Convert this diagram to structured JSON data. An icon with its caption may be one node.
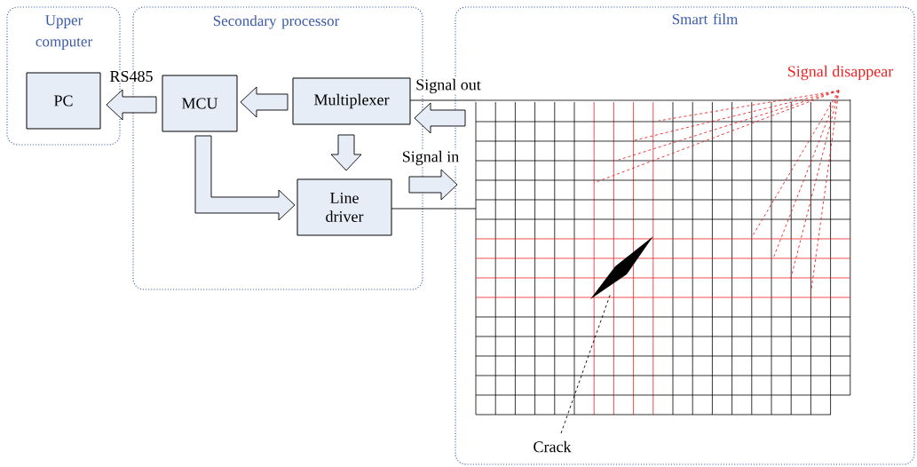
{
  "diagram": {
    "nodes": [
      {
        "text": [
          "Upper computer"
        ]
      },
      {
        "text": [
          "PC"
        ],
        "in": 0
      },
      {
        "text": [
          "Secondary processor"
        ]
      },
      {
        "text": [
          "MCU"
        ],
        "in": 2
      },
      {
        "text": [
          "Multiplexer"
        ],
        "in": 2
      },
      {
        "text": [
          "Line driver"
        ],
        "in": 2
      },
      {
        "text": [
          "Smart film"
        ]
      },
      {
        "text": [],
        "shape": "picture",
        "in": 6
      },
      {
        "text": [],
        "shape": "picture",
        "in": 7
      },
      {
        "text": [
          "Crack"
        ],
        "in": 6
      },
      {
        "text": [
          "Signal disappear"
        ],
        "in": 6
      }
    ],
    "edges": [
      {
        "from": 3,
        "to": 1,
        "arrow": "to",
        "label": "RS485"
      },
      {
        "from": 4,
        "to": 3,
        "arrow": "to"
      },
      {
        "from": 4,
        "to": 5,
        "arrow": "to"
      },
      {
        "from": 3,
        "to": 5,
        "arrow": "to"
      },
      {
        "from": 7,
        "to": 4,
        "arrow": "to"
      },
      {
        "from": 5,
        "to": 7,
        "arrow": "to",
        "label": "Signal in"
      },
      {
        "from": 4,
        "to": 7,
        "arrow": "none",
        "label": "Signal out",
        "color": "#000000"
      },
      {
        "from": 5,
        "to": 7,
        "arrow": "none",
        "color": "#000000"
      },
      {
        "from": 9,
        "to": 8,
        "arrow": "none",
        "style": "dashed",
        "color": "#000000"
      },
      {
        "from": 10,
        "to": 7,
        "arrow": "none",
        "style": "dashed",
        "color": "#ee2222"
      },
      {
        "from": 10,
        "to": 7,
        "arrow": "none",
        "style": "dashed",
        "color": "#ee2222"
      },
      {
        "from": 10,
        "to": 7,
        "arrow": "none",
        "style": "dashed",
        "color": "#ee2222"
      },
      {
        "from": 10,
        "to": 7,
        "arrow": "none",
        "style": "dashed",
        "color": "#ee2222"
      },
      {
        "from": 10,
        "to": 7,
        "arrow": "none",
        "style": "dashed",
        "color": "#ee2222"
      },
      {
        "from": 10,
        "to": 7,
        "arrow": "none",
        "style": "dashed",
        "color": "#ee2222"
      },
      {
        "from": 10,
        "to": 7,
        "arrow": "none",
        "style": "dashed",
        "color": "#ee2222"
      },
      {
        "from": 10,
        "to": 7,
        "arrow": "none",
        "style": "dashed",
        "color": "#ee2222"
      }
    ]
  }
}
